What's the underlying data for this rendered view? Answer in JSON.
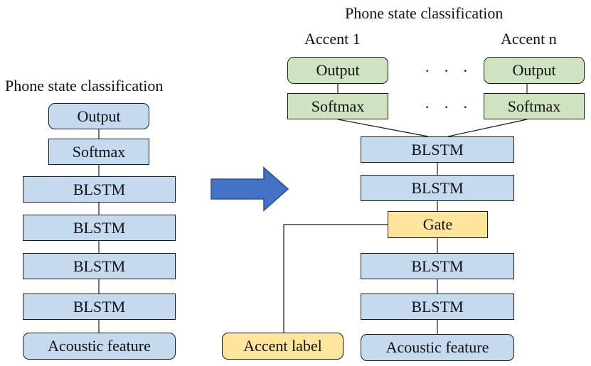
{
  "left": {
    "title": "Phone state classification",
    "output": "Output",
    "softmax": "Softmax",
    "blstm": [
      "BLSTM",
      "BLSTM",
      "BLSTM",
      "BLSTM"
    ],
    "input": "Acoustic feature"
  },
  "right": {
    "title": "Phone state classification",
    "accent_first": "Accent 1",
    "accent_last": "Accent n",
    "output_first": "Output",
    "output_last": "Output",
    "softmax_first": "Softmax",
    "softmax_last": "Softmax",
    "ellipsis_top": "· · ·",
    "ellipsis_bottom": "· · ·",
    "blstm_upper": [
      "BLSTM",
      "BLSTM"
    ],
    "gate": "Gate",
    "blstm_lower": [
      "BLSTM",
      "BLSTM"
    ],
    "accent_label": "Accent label",
    "input": "Acoustic feature"
  },
  "colors": {
    "blstm_fill": "#c5d9ef",
    "softmax_fill": "#cfe3c1",
    "gate_fill": "#ffe49c",
    "arrow_fill": "#4472c4",
    "arrow_stroke": "#2f528f"
  }
}
